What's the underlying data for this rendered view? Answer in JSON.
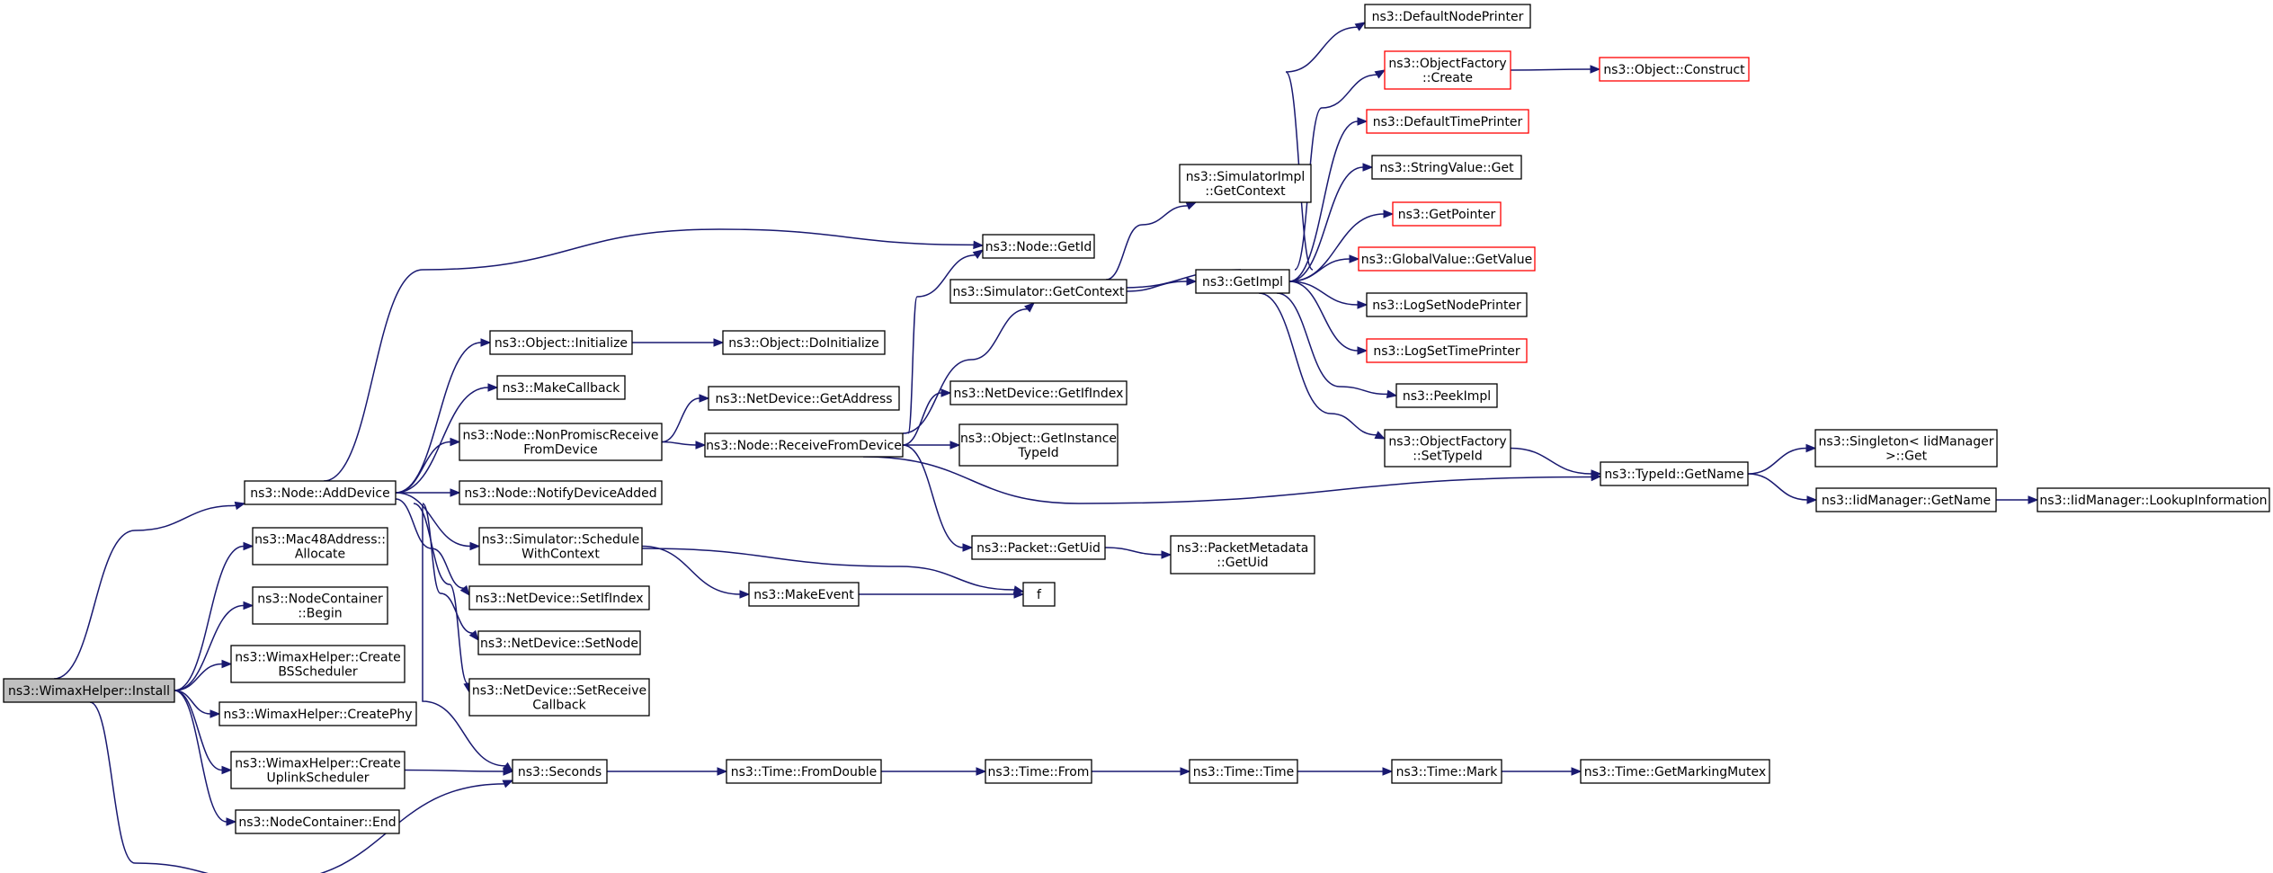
{
  "title": "",
  "colors": {
    "edge": "#191970",
    "root_fill": "#bfbfbf",
    "node_border": "#000000",
    "red_border": "#ff0000"
  },
  "nodes": [
    {
      "id": "install",
      "lines": [
        "ns3::WimaxHelper::Install"
      ],
      "style": "root"
    },
    {
      "id": "adddevice",
      "lines": [
        "ns3::Node::AddDevice"
      ]
    },
    {
      "id": "allocate",
      "lines": [
        "ns3::Mac48Address::",
        "Allocate"
      ]
    },
    {
      "id": "begin",
      "lines": [
        "ns3::NodeContainer",
        "::Begin"
      ]
    },
    {
      "id": "createbs",
      "lines": [
        "ns3::WimaxHelper::Create",
        "BSScheduler"
      ]
    },
    {
      "id": "createphy",
      "lines": [
        "ns3::WimaxHelper::CreatePhy"
      ]
    },
    {
      "id": "createul",
      "lines": [
        "ns3::WimaxHelper::Create",
        "UplinkScheduler"
      ]
    },
    {
      "id": "end",
      "lines": [
        "ns3::NodeContainer::End"
      ]
    },
    {
      "id": "initialize",
      "lines": [
        "ns3::Object::Initialize"
      ]
    },
    {
      "id": "makecallback",
      "lines": [
        "ns3::MakeCallback"
      ]
    },
    {
      "id": "nonpromisc",
      "lines": [
        "ns3::Node::NonPromiscReceive",
        "FromDevice"
      ]
    },
    {
      "id": "notify",
      "lines": [
        "ns3::Node::NotifyDeviceAdded"
      ]
    },
    {
      "id": "schedulectx",
      "lines": [
        "ns3::Simulator::Schedule",
        "WithContext"
      ]
    },
    {
      "id": "setifindex",
      "lines": [
        "ns3::NetDevice::SetIfIndex"
      ]
    },
    {
      "id": "setnode",
      "lines": [
        "ns3::NetDevice::SetNode"
      ]
    },
    {
      "id": "setreceive",
      "lines": [
        "ns3::NetDevice::SetReceive",
        "Callback"
      ]
    },
    {
      "id": "seconds",
      "lines": [
        "ns3::Seconds"
      ]
    },
    {
      "id": "doinit",
      "lines": [
        "ns3::Object::DoInitialize"
      ]
    },
    {
      "id": "getaddress",
      "lines": [
        "ns3::NetDevice::GetAddress"
      ]
    },
    {
      "id": "receivefrom",
      "lines": [
        "ns3::Node::ReceiveFromDevice"
      ]
    },
    {
      "id": "makeevent",
      "lines": [
        "ns3::MakeEvent"
      ]
    },
    {
      "id": "fromdouble",
      "lines": [
        "ns3::Time::FromDouble"
      ]
    },
    {
      "id": "getid",
      "lines": [
        "ns3::Node::GetId"
      ]
    },
    {
      "id": "getcontext",
      "lines": [
        "ns3::Simulator::GetContext"
      ]
    },
    {
      "id": "getifindex",
      "lines": [
        "ns3::NetDevice::GetIfIndex"
      ]
    },
    {
      "id": "getinstance",
      "lines": [
        "ns3::Object::GetInstance",
        "TypeId"
      ]
    },
    {
      "id": "getuid",
      "lines": [
        "ns3::Packet::GetUid"
      ]
    },
    {
      "id": "f",
      "lines": [
        "f"
      ]
    },
    {
      "id": "from",
      "lines": [
        "ns3::Time::From"
      ]
    },
    {
      "id": "simimplctx",
      "lines": [
        "ns3::SimulatorImpl",
        "::GetContext"
      ]
    },
    {
      "id": "getimpl",
      "lines": [
        "ns3::GetImpl"
      ]
    },
    {
      "id": "pmgetuid",
      "lines": [
        "ns3::PacketMetadata",
        "::GetUid"
      ]
    },
    {
      "id": "time",
      "lines": [
        "ns3::Time::Time"
      ]
    },
    {
      "id": "defnodeprinter",
      "lines": [
        "ns3::DefaultNodePrinter"
      ]
    },
    {
      "id": "ofcreate",
      "lines": [
        "ns3::ObjectFactory",
        "::Create"
      ],
      "style": "red"
    },
    {
      "id": "deftimeprinter",
      "lines": [
        "ns3::DefaultTimePrinter"
      ],
      "style": "red"
    },
    {
      "id": "stringget",
      "lines": [
        "ns3::StringValue::Get"
      ]
    },
    {
      "id": "getpointer",
      "lines": [
        "ns3::GetPointer"
      ],
      "style": "red"
    },
    {
      "id": "globalvalue",
      "lines": [
        "ns3::GlobalValue::GetValue"
      ],
      "style": "red"
    },
    {
      "id": "lognode",
      "lines": [
        "ns3::LogSetNodePrinter"
      ]
    },
    {
      "id": "logtime",
      "lines": [
        "ns3::LogSetTimePrinter"
      ],
      "style": "red"
    },
    {
      "id": "peekimpl",
      "lines": [
        "ns3::PeekImpl"
      ]
    },
    {
      "id": "ofsettypeid",
      "lines": [
        "ns3::ObjectFactory",
        "::SetTypeId"
      ]
    },
    {
      "id": "mark",
      "lines": [
        "ns3::Time::Mark"
      ]
    },
    {
      "id": "construct",
      "lines": [
        "ns3::Object::Construct"
      ],
      "style": "red"
    },
    {
      "id": "typeidgetname",
      "lines": [
        "ns3::TypeId::GetName"
      ]
    },
    {
      "id": "getmarkingmutex",
      "lines": [
        "ns3::Time::GetMarkingMutex"
      ]
    },
    {
      "id": "singleton",
      "lines": [
        "ns3::Singleton< IidManager",
        " >::Get"
      ]
    },
    {
      "id": "iidgetname",
      "lines": [
        "ns3::IidManager::GetName"
      ]
    },
    {
      "id": "lookup",
      "lines": [
        "ns3::IidManager::LookupInformation"
      ]
    }
  ],
  "edges": [
    [
      "install",
      "adddevice"
    ],
    [
      "install",
      "allocate"
    ],
    [
      "install",
      "begin"
    ],
    [
      "install",
      "createbs"
    ],
    [
      "install",
      "createphy"
    ],
    [
      "install",
      "createul"
    ],
    [
      "install",
      "end"
    ],
    [
      "install",
      "seconds"
    ],
    [
      "adddevice",
      "getid"
    ],
    [
      "adddevice",
      "initialize"
    ],
    [
      "adddevice",
      "makecallback"
    ],
    [
      "adddevice",
      "nonpromisc"
    ],
    [
      "adddevice",
      "notify"
    ],
    [
      "adddevice",
      "schedulectx"
    ],
    [
      "adddevice",
      "setifindex"
    ],
    [
      "adddevice",
      "setnode"
    ],
    [
      "adddevice",
      "setreceive"
    ],
    [
      "adddevice",
      "seconds"
    ],
    [
      "createul",
      "seconds"
    ],
    [
      "initialize",
      "doinit"
    ],
    [
      "nonpromisc",
      "getaddress"
    ],
    [
      "nonpromisc",
      "receivefrom"
    ],
    [
      "schedulectx",
      "makeevent"
    ],
    [
      "schedulectx",
      "f"
    ],
    [
      "makeevent",
      "f"
    ],
    [
      "receivefrom",
      "getid"
    ],
    [
      "receivefrom",
      "getcontext"
    ],
    [
      "receivefrom",
      "getifindex"
    ],
    [
      "receivefrom",
      "getinstance"
    ],
    [
      "receivefrom",
      "getuid"
    ],
    [
      "receivefrom",
      "typeidgetname"
    ],
    [
      "getuid",
      "pmgetuid"
    ],
    [
      "getcontext",
      "simimplctx"
    ],
    [
      "getcontext",
      "getimpl"
    ],
    [
      "getimpl",
      "getcontext"
    ],
    [
      "getimpl",
      "defnodeprinter"
    ],
    [
      "getimpl",
      "ofcreate"
    ],
    [
      "getimpl",
      "deftimeprinter"
    ],
    [
      "getimpl",
      "stringget"
    ],
    [
      "getimpl",
      "getpointer"
    ],
    [
      "getimpl",
      "globalvalue"
    ],
    [
      "getimpl",
      "lognode"
    ],
    [
      "getimpl",
      "logtime"
    ],
    [
      "getimpl",
      "peekimpl"
    ],
    [
      "getimpl",
      "ofsettypeid"
    ],
    [
      "ofcreate",
      "construct"
    ],
    [
      "ofsettypeid",
      "typeidgetname"
    ],
    [
      "typeidgetname",
      "singleton"
    ],
    [
      "typeidgetname",
      "iidgetname"
    ],
    [
      "iidgetname",
      "lookup"
    ],
    [
      "seconds",
      "fromdouble"
    ],
    [
      "fromdouble",
      "from"
    ],
    [
      "from",
      "time"
    ],
    [
      "time",
      "mark"
    ],
    [
      "mark",
      "getmarkingmutex"
    ]
  ]
}
